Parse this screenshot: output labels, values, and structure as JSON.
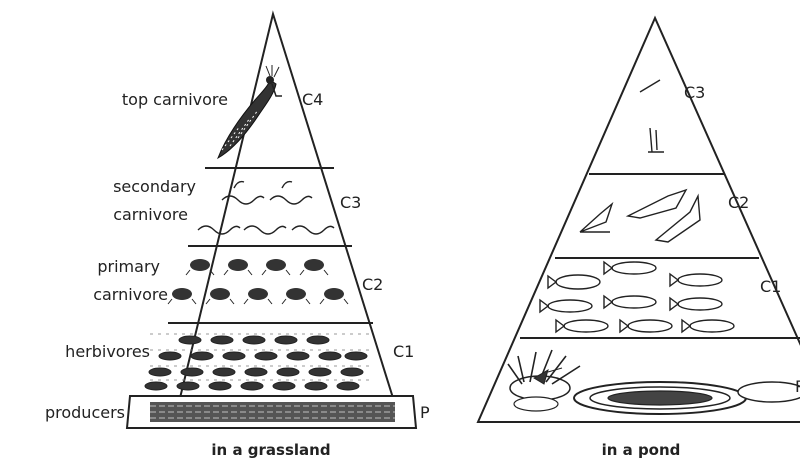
{
  "grassland": {
    "caption": "in a grassland",
    "levels": [
      {
        "code": "C4",
        "label_lines": [
          "top carnivore"
        ],
        "organism": "peacock"
      },
      {
        "code": "C3",
        "label_lines": [
          "secondary",
          "carnivore"
        ],
        "organism": "snake"
      },
      {
        "code": "C2",
        "label_lines": [
          "primary",
          "carnivore"
        ],
        "organism": "frog"
      },
      {
        "code": "C1",
        "label_lines": [
          "herbivores"
        ],
        "organism": "grasshopper"
      },
      {
        "code": "P",
        "label_lines": [
          "producers"
        ],
        "organism": "grass"
      }
    ]
  },
  "pond": {
    "caption": "in a pond",
    "levels": [
      {
        "code": "C3",
        "organism": "bird"
      },
      {
        "code": "C2",
        "organism": "large-fish"
      },
      {
        "code": "C1",
        "organism": "small-fish"
      },
      {
        "code": "P",
        "organism": "aquatic-plants"
      }
    ]
  }
}
